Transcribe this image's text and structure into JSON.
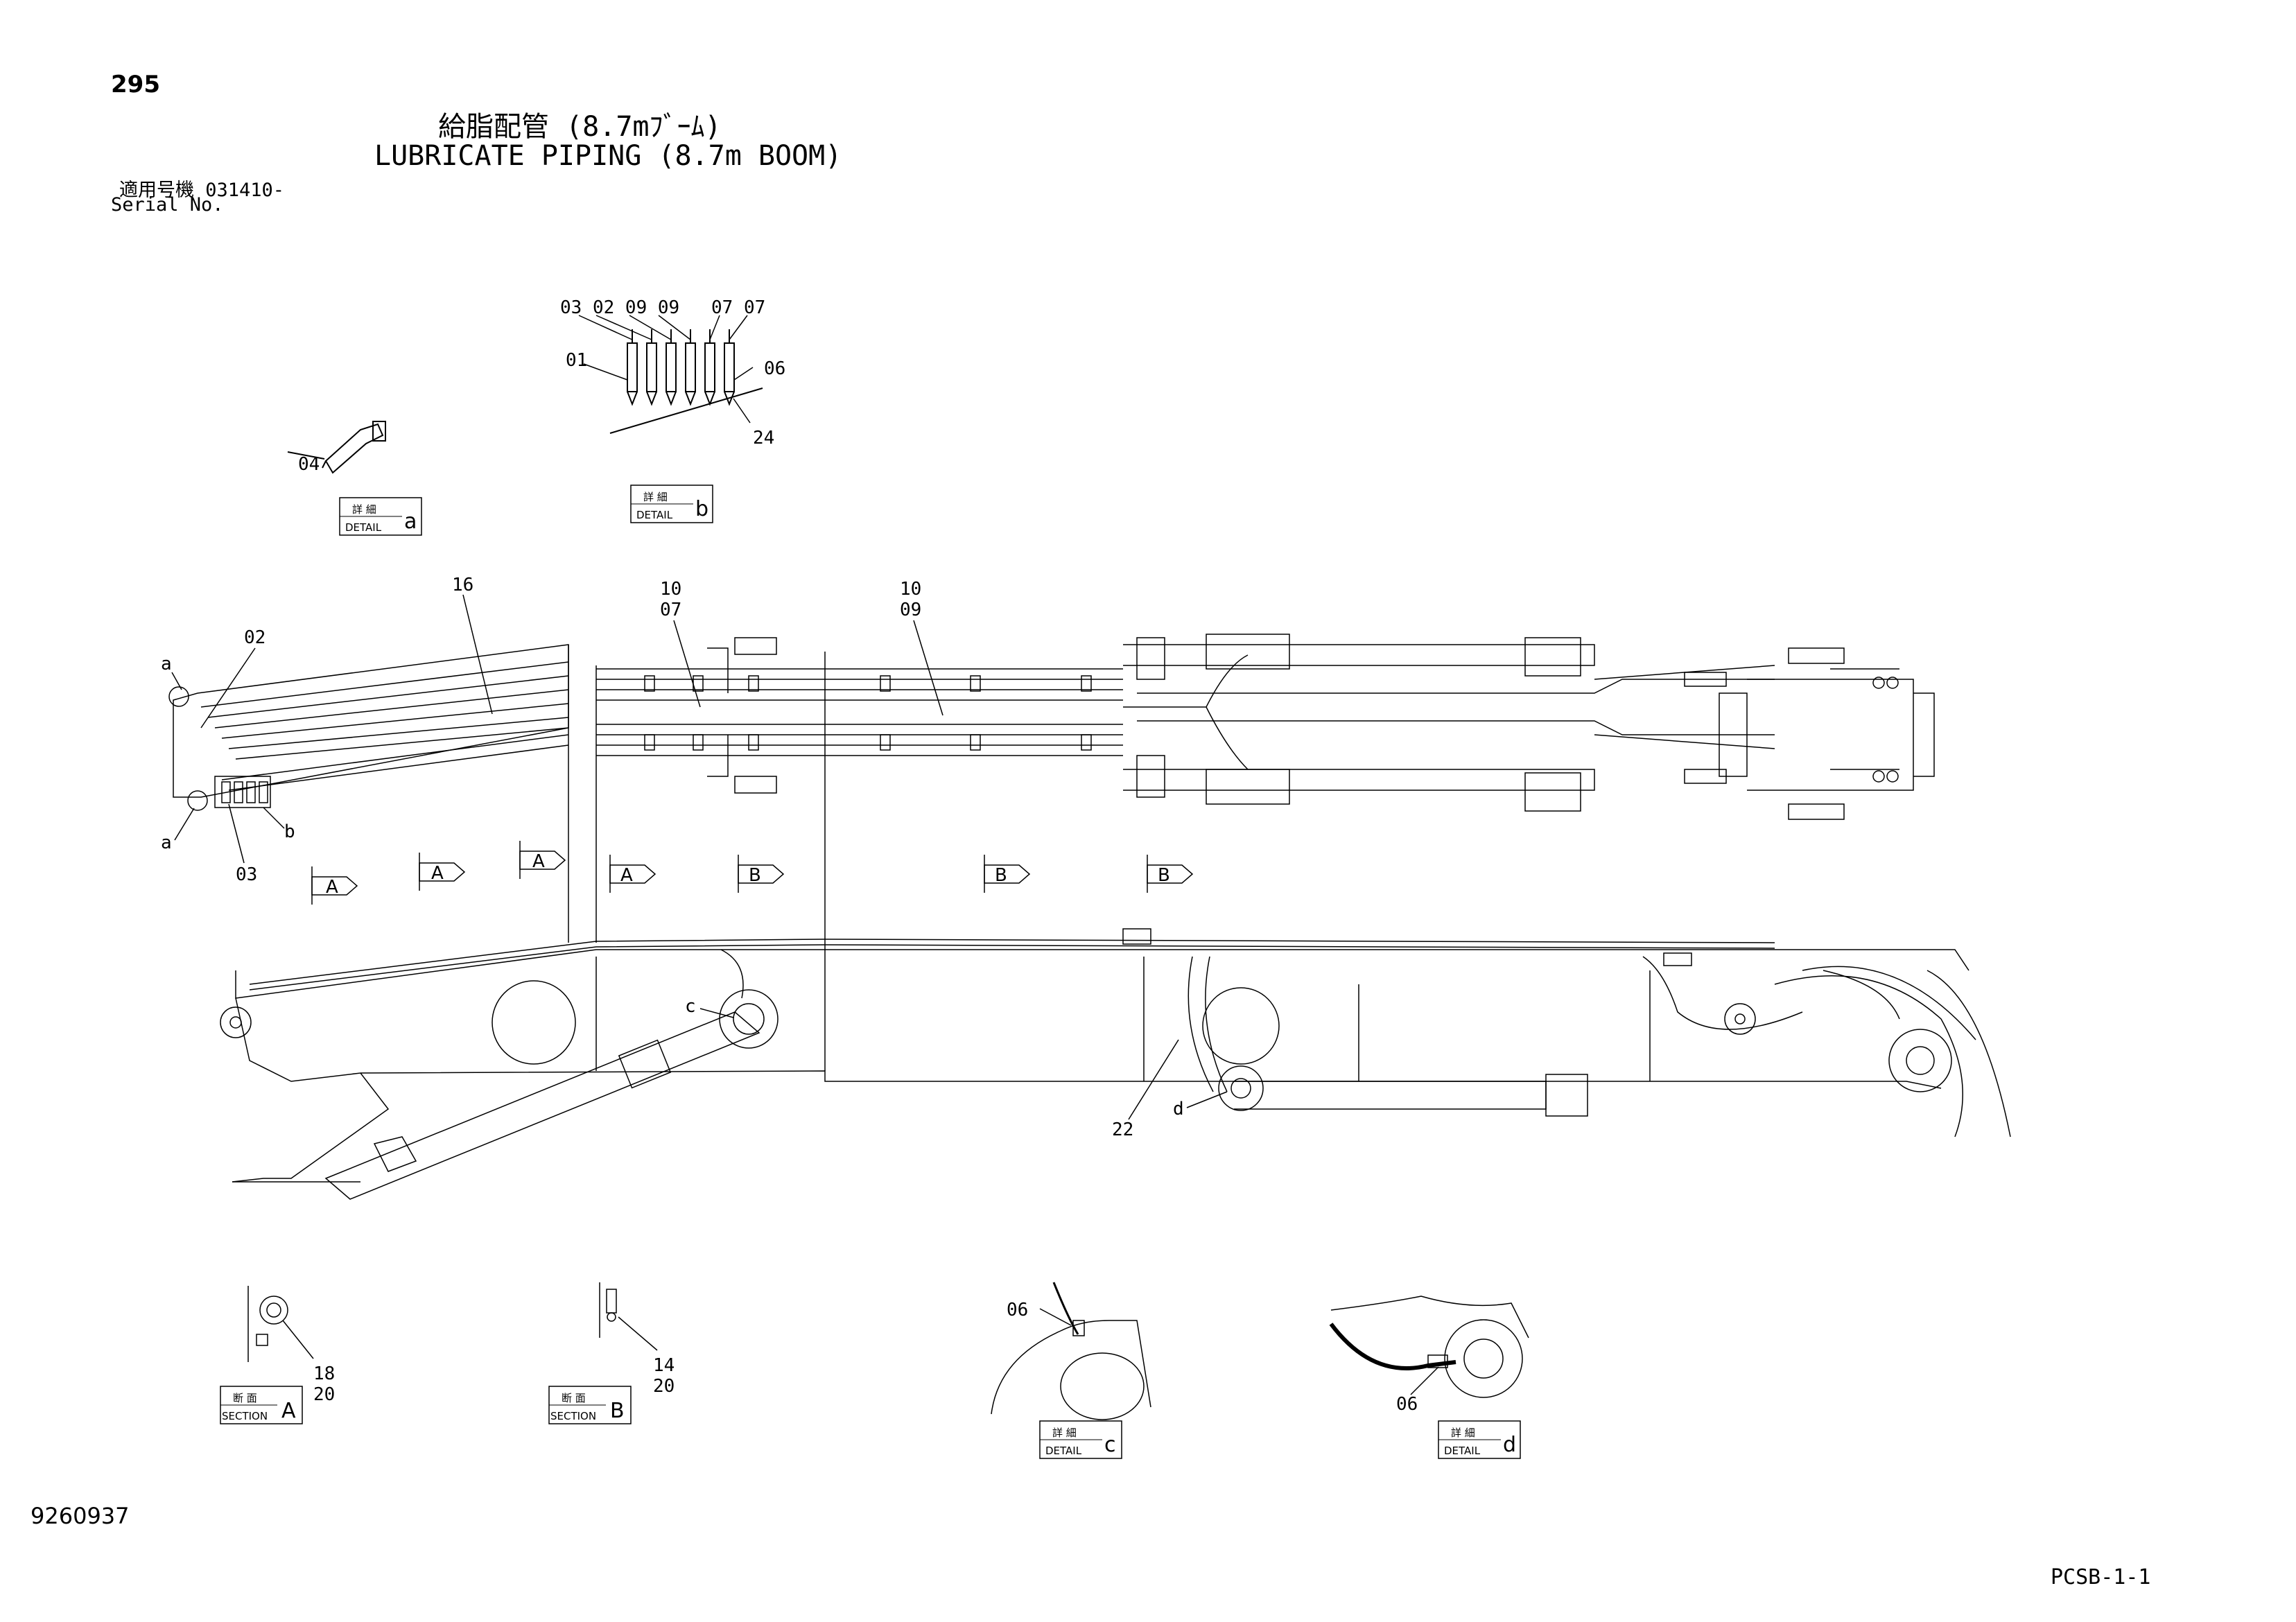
{
  "header": {
    "page_number": "295",
    "title_jp": "給脂配管 (8.7mﾌﾞｰﾑ)",
    "title_en": "LUBRICATE PIPING (8.7m BOOM)",
    "serial_jp": "適用号機 031410-",
    "serial_en": "Serial No."
  },
  "footer": {
    "document_number": "9260937",
    "page_code": "PCSB-1-1"
  },
  "detail_boxes": [
    {
      "jp": "詳 細",
      "en": "DETAIL",
      "letter": "a"
    },
    {
      "jp": "詳 細",
      "en": "DETAIL",
      "letter": "b"
    },
    {
      "jp": "詳 細",
      "en": "DETAIL",
      "letter": "c"
    },
    {
      "jp": "詳 細",
      "en": "DETAIL",
      "letter": "d"
    }
  ],
  "section_boxes": [
    {
      "jp": "断 面",
      "en": "SECTION",
      "letter": "A"
    },
    {
      "jp": "断 面",
      "en": "SECTION",
      "letter": "B"
    }
  ],
  "section_arrows": [
    "A",
    "A",
    "A",
    "A",
    "B",
    "B",
    "B"
  ],
  "callouts": {
    "detail_b_top_row": "03 02 09 09",
    "detail_b_top_row_right": "07 07",
    "c01": "01",
    "c06_b": "06",
    "c24": "24",
    "c04": "04",
    "c16": "16",
    "c10_a": "10",
    "c07_a": "07",
    "c10_b": "10",
    "c09_b": "09",
    "c02": "02",
    "c03": "03",
    "ref_a_top": "a",
    "ref_a_bottom": "a",
    "ref_b": "b",
    "ref_c": "c",
    "ref_d": "d",
    "c22": "22",
    "c18": "18",
    "c20_a": "20",
    "c14": "14",
    "c20_b": "20",
    "c06_c": "06",
    "c06_d": "06"
  }
}
